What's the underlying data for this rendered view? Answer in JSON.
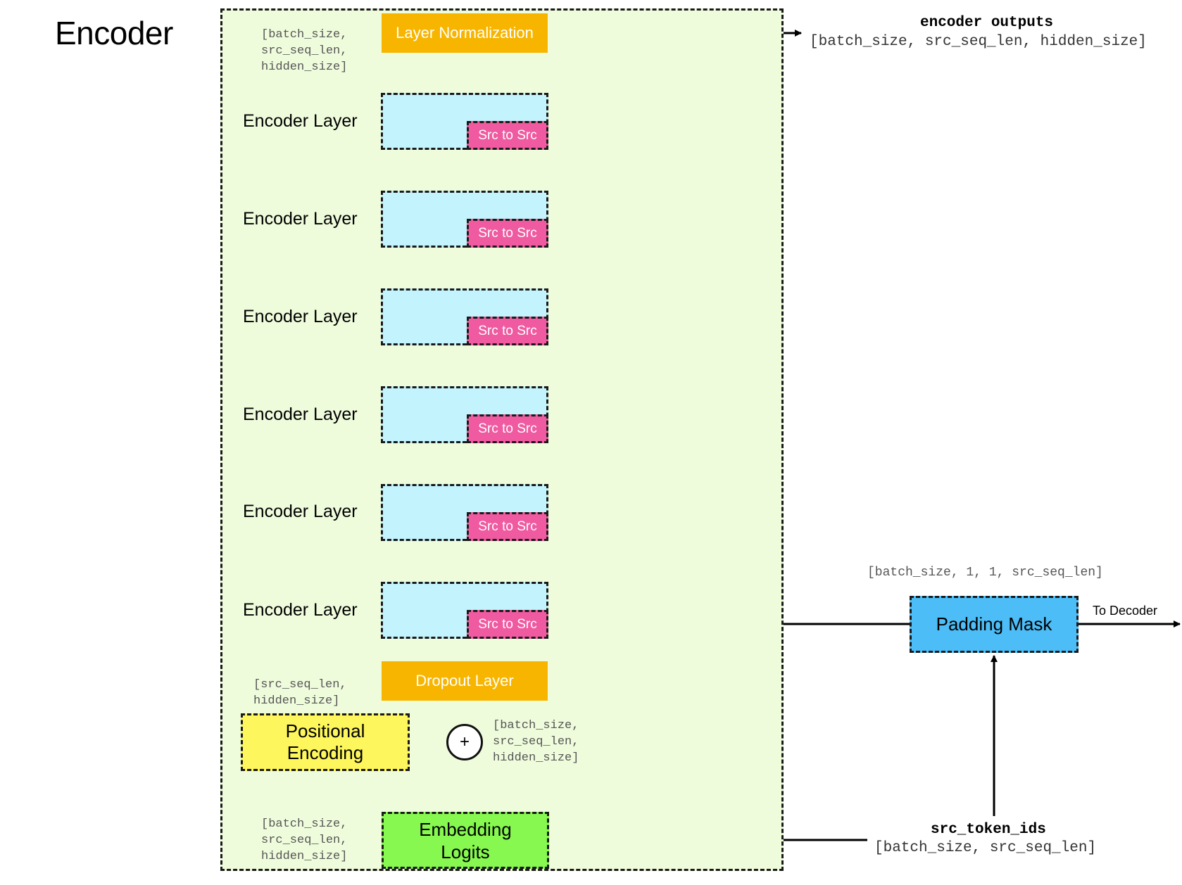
{
  "title": "Encoder",
  "layer_norm": {
    "label": "Layer Normalization",
    "shape": "[batch_size,\nsrc_seq_len,\nhidden_size]"
  },
  "encoder_outputs": {
    "title": "encoder outputs",
    "shape": "[batch_size, src_seq_len, hidden_size]"
  },
  "encoder_layers": [
    {
      "label": "Encoder Layer",
      "attention": "Src to Src"
    },
    {
      "label": "Encoder Layer",
      "attention": "Src to Src"
    },
    {
      "label": "Encoder Layer",
      "attention": "Src to Src"
    },
    {
      "label": "Encoder Layer",
      "attention": "Src to Src"
    },
    {
      "label": "Encoder Layer",
      "attention": "Src to Src"
    },
    {
      "label": "Encoder Layer",
      "attention": "Src to Src"
    }
  ],
  "dropout": {
    "label": "Dropout Layer"
  },
  "positional_encoding": {
    "label": "Positional\nEncoding",
    "shape": "[src_seq_len,\nhidden_size]"
  },
  "add": {
    "symbol": "+",
    "shape": "[batch_size,\nsrc_seq_len,\nhidden_size]"
  },
  "embedding": {
    "label": "Embedding\nLogits",
    "shape": "[batch_size,\nsrc_seq_len,\nhidden_size]"
  },
  "padding_mask": {
    "label": "Padding Mask",
    "shape": "[batch_size, 1, 1, src_seq_len]",
    "to_decoder": "To Decoder"
  },
  "src_token_ids": {
    "title": "src_token_ids",
    "shape": "[batch_size, src_seq_len]"
  },
  "colors": {
    "container_bg": "#effcdc",
    "orange": "#f7b500",
    "encoder_layer": "#c3f3fc",
    "src_to_src": "#ef5aa0",
    "positional": "#fdf65c",
    "embedding": "#86f84f",
    "padding_mask": "#4cbdf6"
  }
}
